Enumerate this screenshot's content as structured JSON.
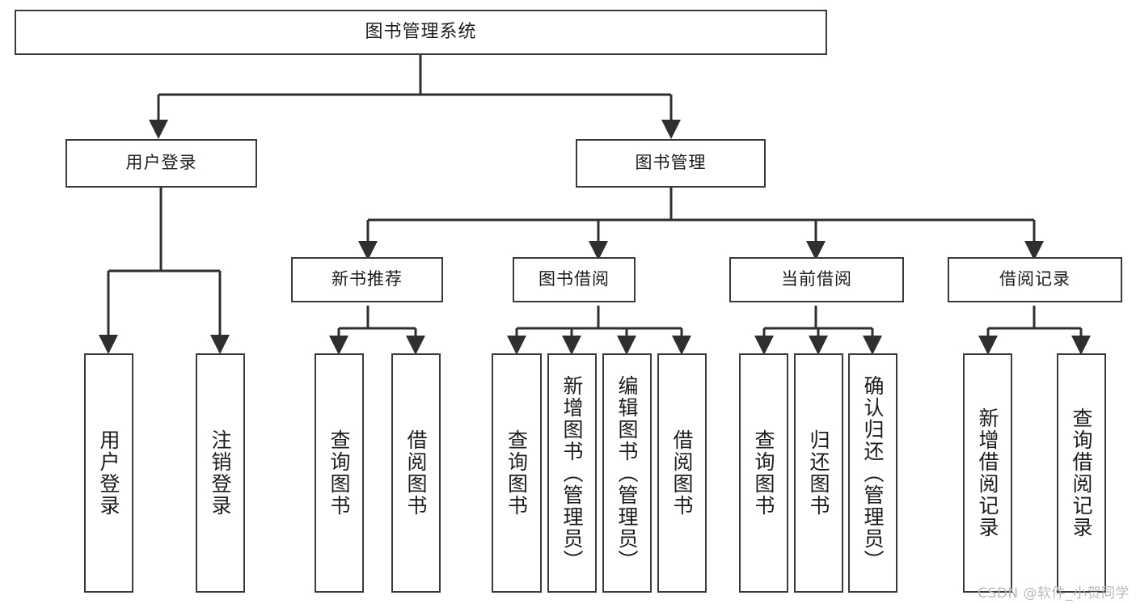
{
  "diagram": {
    "type": "tree-hierarchy-chart",
    "title_node": {
      "label": "图书管理系统"
    },
    "level2": [
      {
        "id": "user-login",
        "label": "用户登录"
      },
      {
        "id": "book-management",
        "label": "图书管理"
      }
    ],
    "level3": [
      {
        "id": "new-book-recommend",
        "label": "新书推荐"
      },
      {
        "id": "book-borrow",
        "label": "图书借阅"
      },
      {
        "id": "current-borrow",
        "label": "当前借阅"
      },
      {
        "id": "borrow-record",
        "label": "借阅记录"
      }
    ],
    "leaves": {
      "user_login": [
        {
          "id": "leaf-user-login",
          "label": "用户登录"
        },
        {
          "id": "leaf-logout-login",
          "label": "注销登录"
        }
      ],
      "new_book_recommend": [
        {
          "id": "leaf-query-book-1",
          "label": "查询图书"
        },
        {
          "id": "leaf-borrow-book-1",
          "label": "借阅图书"
        }
      ],
      "book_borrow": [
        {
          "id": "leaf-query-book-2",
          "label": "查询图书"
        },
        {
          "id": "leaf-add-book-admin",
          "label": "新增图书（管理员）"
        },
        {
          "id": "leaf-edit-book-admin",
          "label": "编辑图书（管理员）"
        },
        {
          "id": "leaf-borrow-book-2",
          "label": "借阅图书"
        }
      ],
      "current_borrow": [
        {
          "id": "leaf-query-book-3",
          "label": "查询图书"
        },
        {
          "id": "leaf-return-book",
          "label": "归还图书"
        },
        {
          "id": "leaf-confirm-return-admin",
          "label": "确认归还（管理员）"
        }
      ],
      "borrow_record": [
        {
          "id": "leaf-add-borrow-record",
          "label": "新增借阅记录"
        },
        {
          "id": "leaf-query-borrow-record",
          "label": "查询借阅记录"
        }
      ]
    },
    "watermark": {
      "text": "CSDN @软件_小贺同学"
    },
    "colors": {
      "box_border": "#3a3a3a",
      "box_fill": "#ffffff",
      "connector": "#2f2f2f",
      "text": "#1b1b1b",
      "watermark": "#b9b9b9",
      "background": "#ffffff"
    }
  }
}
